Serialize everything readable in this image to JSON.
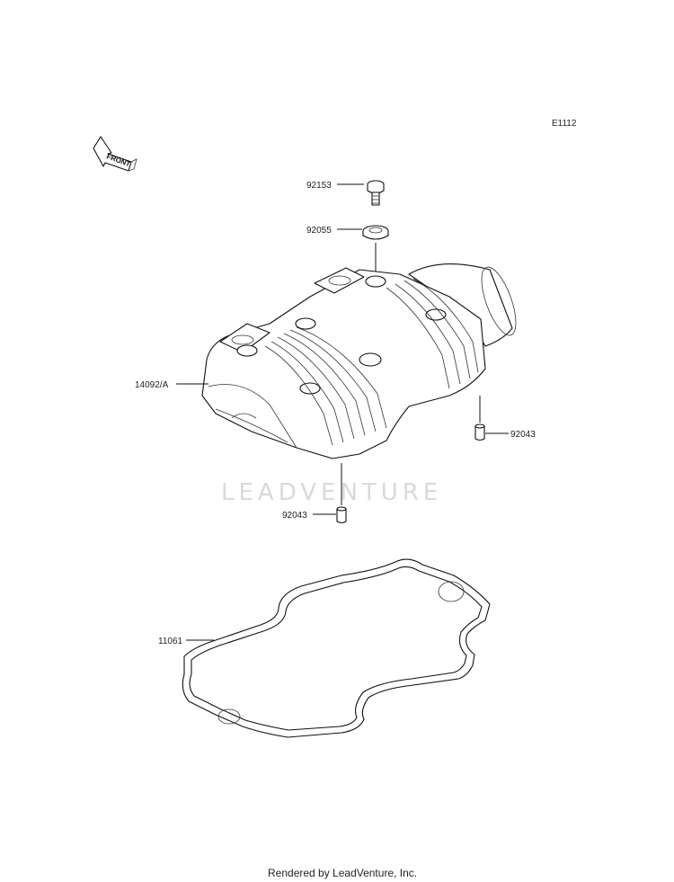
{
  "diagram": {
    "code": "E1112",
    "front_arrow_text": "FRONT",
    "watermark": "LEADVENTURE",
    "footer": "Rendered by LeadVenture, Inc.",
    "parts": [
      {
        "id": "bolt",
        "number": "92153"
      },
      {
        "id": "washer",
        "number": "92055"
      },
      {
        "id": "cylinder-head-cover",
        "number": "14092/A"
      },
      {
        "id": "dowel-pin-right",
        "number": "92043"
      },
      {
        "id": "dowel-pin-lower",
        "number": "92043"
      },
      {
        "id": "gasket",
        "number": "11061"
      }
    ]
  }
}
